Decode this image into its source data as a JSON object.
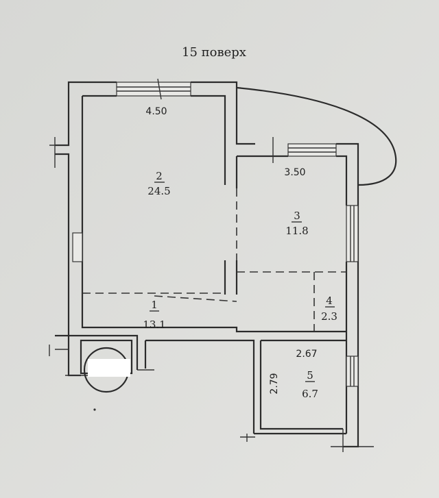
{
  "title": "15 поверх",
  "rooms": [
    {
      "number": "2",
      "area": "24.5",
      "width": "4.50"
    },
    {
      "number": "3",
      "area": "11.8",
      "width": "3.50"
    },
    {
      "number": "1",
      "area": "13.1"
    },
    {
      "number": "4",
      "area": "2.3"
    },
    {
      "number": "5",
      "area": "6.7",
      "width": "2.67",
      "height": "2.79"
    }
  ],
  "colors": {
    "background": "#dcdcd9",
    "lines": "#2b2b2b",
    "redaction": "#ffffff"
  }
}
